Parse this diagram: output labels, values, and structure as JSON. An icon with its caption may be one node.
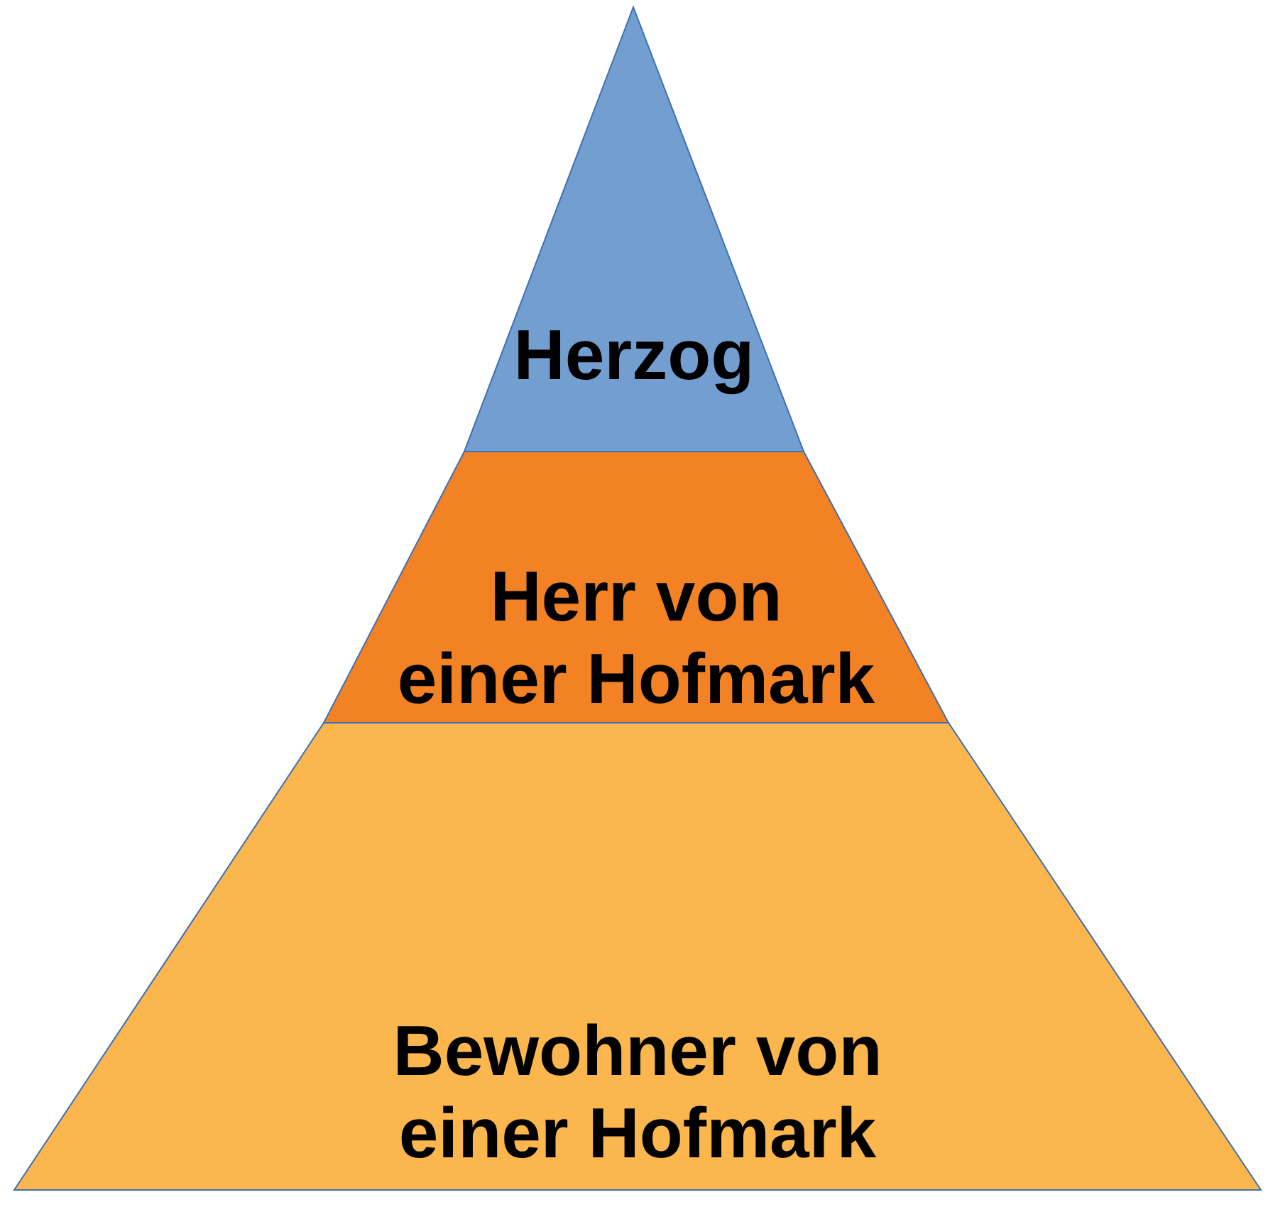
{
  "diagram": {
    "nodes": [
      {
        "text": [
          "Herzog"
        ]
      },
      {
        "text": [
          "Herr von einer Hofmark"
        ]
      },
      {
        "text": [
          "Bewohner von einer Hofmark"
        ]
      }
    ]
  }
}
